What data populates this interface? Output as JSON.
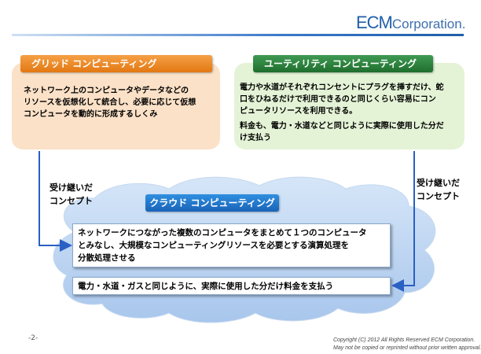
{
  "brand": {
    "logo_big": "ECM",
    "logo_rest": "Corporation."
  },
  "grid": {
    "title": "グリッド コンピューティング",
    "lines": [
      "ネットワーク上のコンピュータやデータなどの",
      "リソースを仮想化して統合し、必要に応じて仮想",
      "コンピュータを動的に形成するしくみ"
    ]
  },
  "utility": {
    "title": "ユーティリティ コンピューティング",
    "para1_lines": [
      "電力や水道がそれぞれコンセントにプラグを挿すだけ、蛇",
      "口をひねるだけで利用できるのと同じくらい容易にコン",
      "ピュータリソースを利用できる。"
    ],
    "para2_lines": [
      "料金も、電力・水道などと同じように実際に使用した分だ",
      "け支払う"
    ]
  },
  "inherit_left": [
    "受け継いだ",
    "コンセプト"
  ],
  "inherit_right": [
    "受け継いだ",
    "コンセプト"
  ],
  "cloud": {
    "title": "クラウド コンピューティング",
    "box1_lines": [
      "ネットワークにつながった複数のコンピュータをまとめて１つのコンピュータ",
      "とみなし、大規模なコンピューティングリソースを必要とする演算処理を",
      "分散処理させる"
    ],
    "box2": "電力・水道・ガスと同じように、実際に使用した分だけ料金を支払う"
  },
  "footer": {
    "page": "-2-",
    "copyright_lines": [
      "Copyright (C) 2012 All Rights Reserved ECM Corporation.",
      "May not be copied or reprinted without prior written approval."
    ]
  },
  "colors": {
    "grid_header": "#e88a2a",
    "utility_header": "#2e8640",
    "cloud_header": "#2378cc",
    "arrow": "#2a5fc4"
  }
}
